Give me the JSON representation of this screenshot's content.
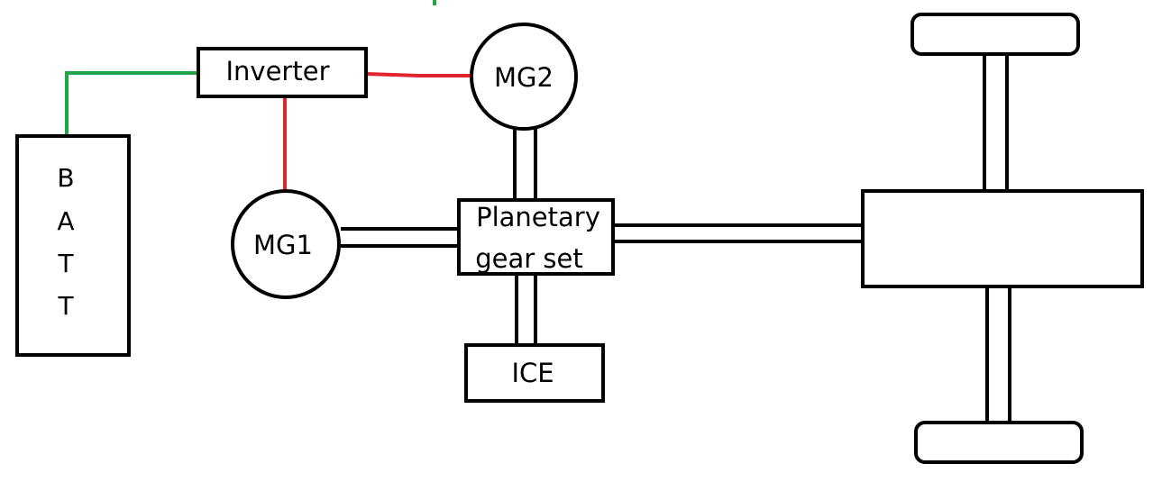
{
  "components": {
    "battery": {
      "letters": [
        "B",
        "A",
        "T",
        "T"
      ]
    },
    "inverter": {
      "label": "Inverter"
    },
    "mg1": {
      "label": "MG1"
    },
    "mg2": {
      "label": "MG2"
    },
    "planetary": {
      "line1": "Planetary",
      "line2": "gear set"
    },
    "ice": {
      "label": "ICE"
    }
  },
  "colors": {
    "dc_wire": "#22a447",
    "ac_wire": "#e0242c",
    "stroke": "#000000",
    "background": "#ffffff"
  }
}
